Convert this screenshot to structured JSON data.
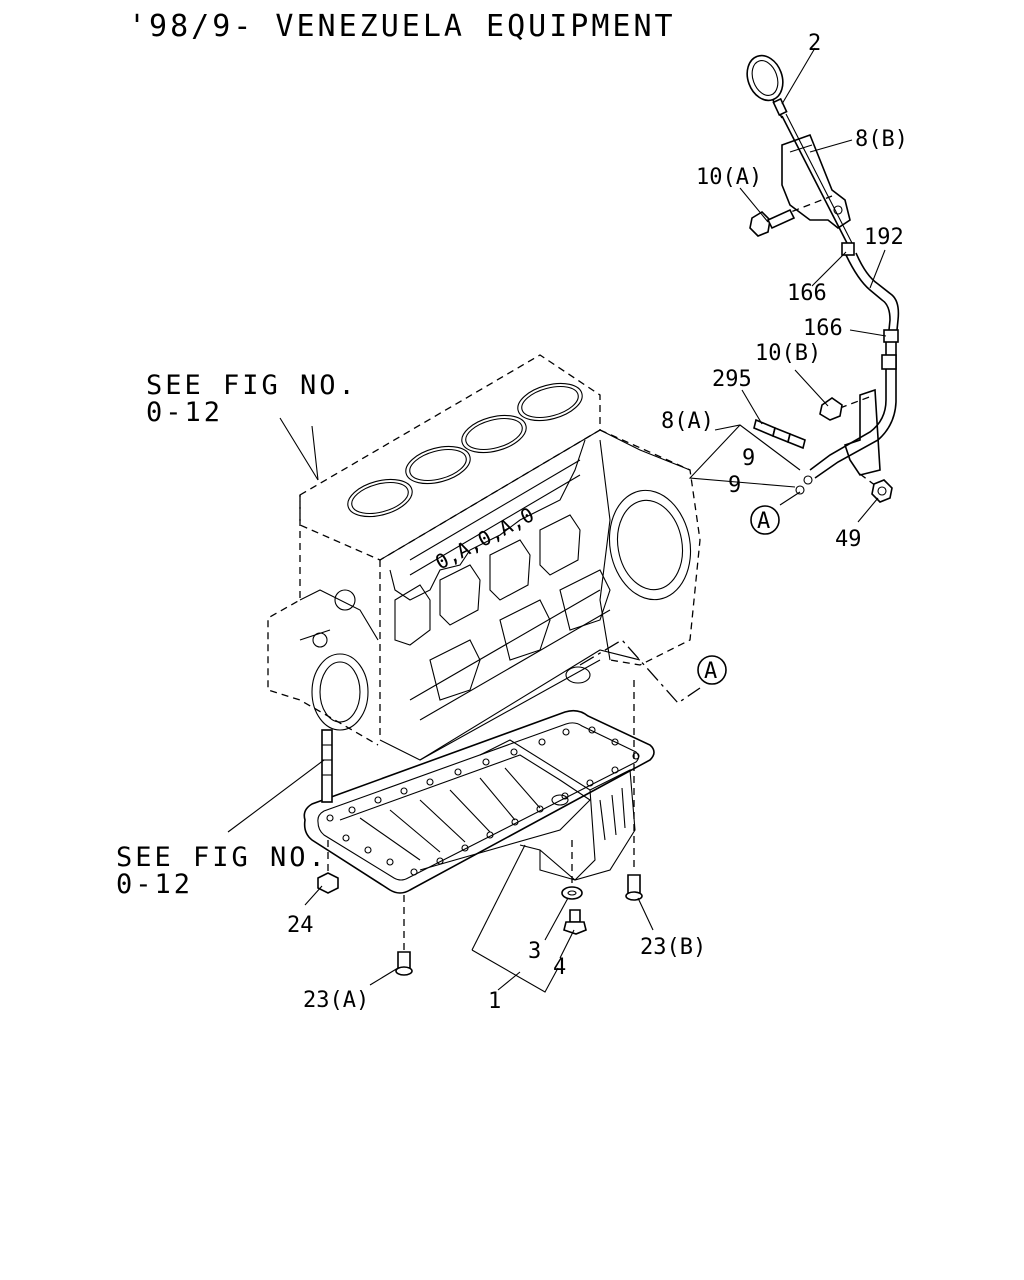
{
  "title": "'98/9- VENEZUELA EQUIPMENT",
  "references": [
    {
      "line1": "SEE FIG NO.",
      "line2": "0-12"
    },
    {
      "line1": "SEE FIG NO.",
      "line2": "0-12"
    }
  ],
  "callouts": {
    "c2": "2",
    "c8b": "8(B)",
    "c10a": "10(A)",
    "c192": "192",
    "c166a": "166",
    "c166b": "166",
    "c10b": "10(B)",
    "c295": "295",
    "c8a": "8(A)",
    "c9a": "9",
    "c9b": "9",
    "cAmark1": "A",
    "c49": "49",
    "cAmark2": "A",
    "c24": "24",
    "c23b": "23(B)",
    "c3": "3",
    "c4": "4",
    "c23a": "23(A)",
    "c1": "1"
  }
}
